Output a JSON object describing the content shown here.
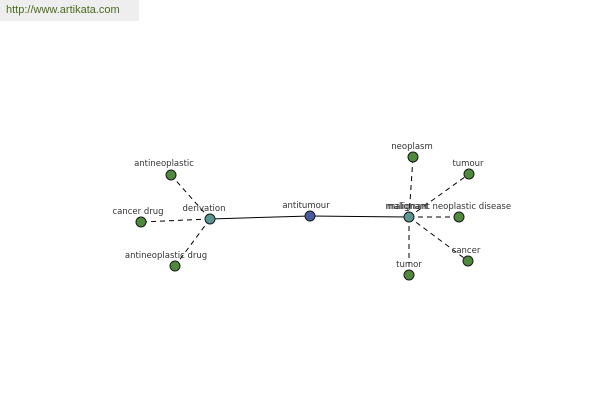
{
  "banner": {
    "url": "http://www.artikata.com"
  },
  "colors": {
    "center_node": "#4a5a9c",
    "hub_node": "#5a9590",
    "leaf_node": "#4f8a3c",
    "banner_text": "#4d6a1f"
  },
  "graph": {
    "nodes": [
      {
        "id": "antitumour",
        "label": "antitumour",
        "kind": "center"
      },
      {
        "id": "derivation",
        "label": "derivation",
        "kind": "hub"
      },
      {
        "id": "malignant",
        "label": "malignant",
        "kind": "hub"
      },
      {
        "id": "antineoplastic",
        "label": "antineoplastic",
        "kind": "leaf"
      },
      {
        "id": "cancer-drug",
        "label": "cancer drug",
        "kind": "leaf"
      },
      {
        "id": "antineoplastic-drug",
        "label": "antineoplastic drug",
        "kind": "leaf"
      },
      {
        "id": "neoplasm",
        "label": "neoplasm",
        "kind": "leaf"
      },
      {
        "id": "tumour",
        "label": "tumour",
        "kind": "leaf"
      },
      {
        "id": "malignant-neoplastic-disease",
        "label": "malignant neoplastic disease",
        "kind": "leaf"
      },
      {
        "id": "cancer",
        "label": "cancer",
        "kind": "leaf"
      },
      {
        "id": "tumor",
        "label": "tumor",
        "kind": "leaf"
      }
    ],
    "edges": [
      {
        "from": "antitumour",
        "to": "derivation",
        "style": "solid"
      },
      {
        "from": "antitumour",
        "to": "malignant",
        "style": "solid"
      },
      {
        "from": "derivation",
        "to": "antineoplastic",
        "style": "dashed"
      },
      {
        "from": "derivation",
        "to": "cancer-drug",
        "style": "dashed"
      },
      {
        "from": "derivation",
        "to": "antineoplastic-drug",
        "style": "dashed"
      },
      {
        "from": "malignant",
        "to": "neoplasm",
        "style": "dashed"
      },
      {
        "from": "malignant",
        "to": "tumour",
        "style": "dashed"
      },
      {
        "from": "malignant",
        "to": "malignant-neoplastic-disease",
        "style": "dashed"
      },
      {
        "from": "malignant",
        "to": "cancer",
        "style": "dashed"
      },
      {
        "from": "malignant",
        "to": "tumor",
        "style": "dashed"
      }
    ]
  }
}
